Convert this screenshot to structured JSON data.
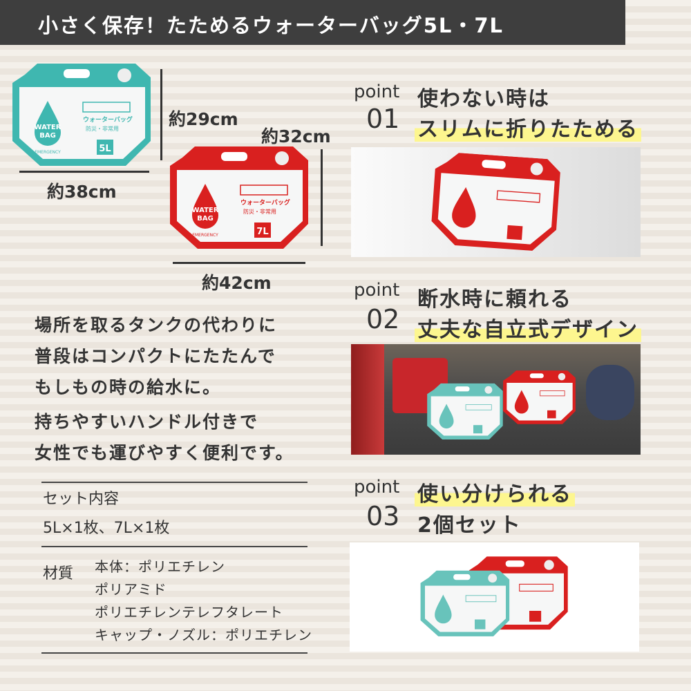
{
  "banner": {
    "title": "小さく保存！たためるウォーターバッグ5L・7L"
  },
  "colors": {
    "teal": "#3fb7b0",
    "red": "#d9201f",
    "highlight": "#fdf68f",
    "banner_bg": "#3e3e3e"
  },
  "bags": {
    "small": {
      "drop_line1": "WATER",
      "drop_line2": "BAG",
      "emergency": "EMERGENCY",
      "name": "ウォーターバッグ",
      "use": "防災・非常用",
      "size": "5L",
      "width": "約38cm",
      "height": "約29cm"
    },
    "large": {
      "drop_line1": "WATER",
      "drop_line2": "BAG",
      "emergency": "EMERGENCY",
      "name": "ウォーターバッグ",
      "use": "防災・非常用",
      "size": "7L",
      "width": "約42cm",
      "height": "約32cm"
    }
  },
  "description": {
    "para1": [
      "場所を取るタンクの代わりに",
      "普段はコンパクトにたたんで",
      "もしもの時の給水に。"
    ],
    "para2": [
      "持ちやすいハンドル付きで",
      "女性でも運びやすく便利です。"
    ]
  },
  "specs": {
    "set_label": "セット内容",
    "set_value": "5L×1枚、7L×1枚",
    "material_label": "材質",
    "materials": [
      "本体：ポリエチレン",
      "ポリアミド",
      "ポリエチレンテレフタレート",
      "キャップ・ノズル：ポリエチレン"
    ]
  },
  "points": [
    {
      "word": "point",
      "num": "01",
      "line1": "使わない時は",
      "line2": "スリムに折りたためる"
    },
    {
      "word": "point",
      "num": "02",
      "line1": "断水時に頼れる",
      "line2": "丈夫な自立式デザイン"
    },
    {
      "word": "point",
      "num": "03",
      "line1": "使い分けられる",
      "line2": "2個セット"
    }
  ]
}
